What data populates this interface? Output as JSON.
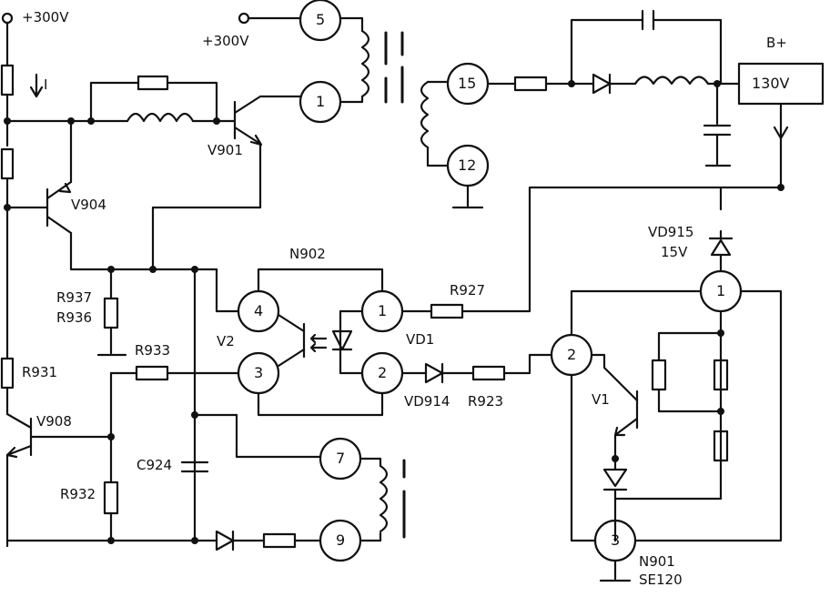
{
  "supply": {
    "left": "+300V",
    "mid": "+300V"
  },
  "current_arrow": "I",
  "output": {
    "box": "130V",
    "label": "B+"
  },
  "zener_out": {
    "ref": "VD915",
    "value": "15V"
  },
  "ic_n902": "N902",
  "ic_n901": {
    "ref": "N901",
    "part": "SE120"
  },
  "transistors": {
    "v901": "V901",
    "v904": "V904",
    "v908": "V908",
    "v2": "V2",
    "v1": "V1"
  },
  "resistors": {
    "r937": "R937",
    "r936": "R936",
    "r931": "R931",
    "r933": "R933",
    "r932": "R932",
    "r927": "R927",
    "r923": "R923"
  },
  "capacitor": "C924",
  "diodes": {
    "vd1": "VD1",
    "vd914": "VD914"
  },
  "nodes": {
    "t5": "5",
    "t1": "1",
    "t15": "15",
    "t12": "12",
    "n902_4": "4",
    "n902_3": "3",
    "n902_1": "1",
    "n902_2": "2",
    "t7": "7",
    "t9": "9",
    "n901_1": "1",
    "n901_2": "2",
    "n901_3": "3"
  },
  "colors": {
    "ink": "#111111",
    "paper": "#ffffff"
  }
}
